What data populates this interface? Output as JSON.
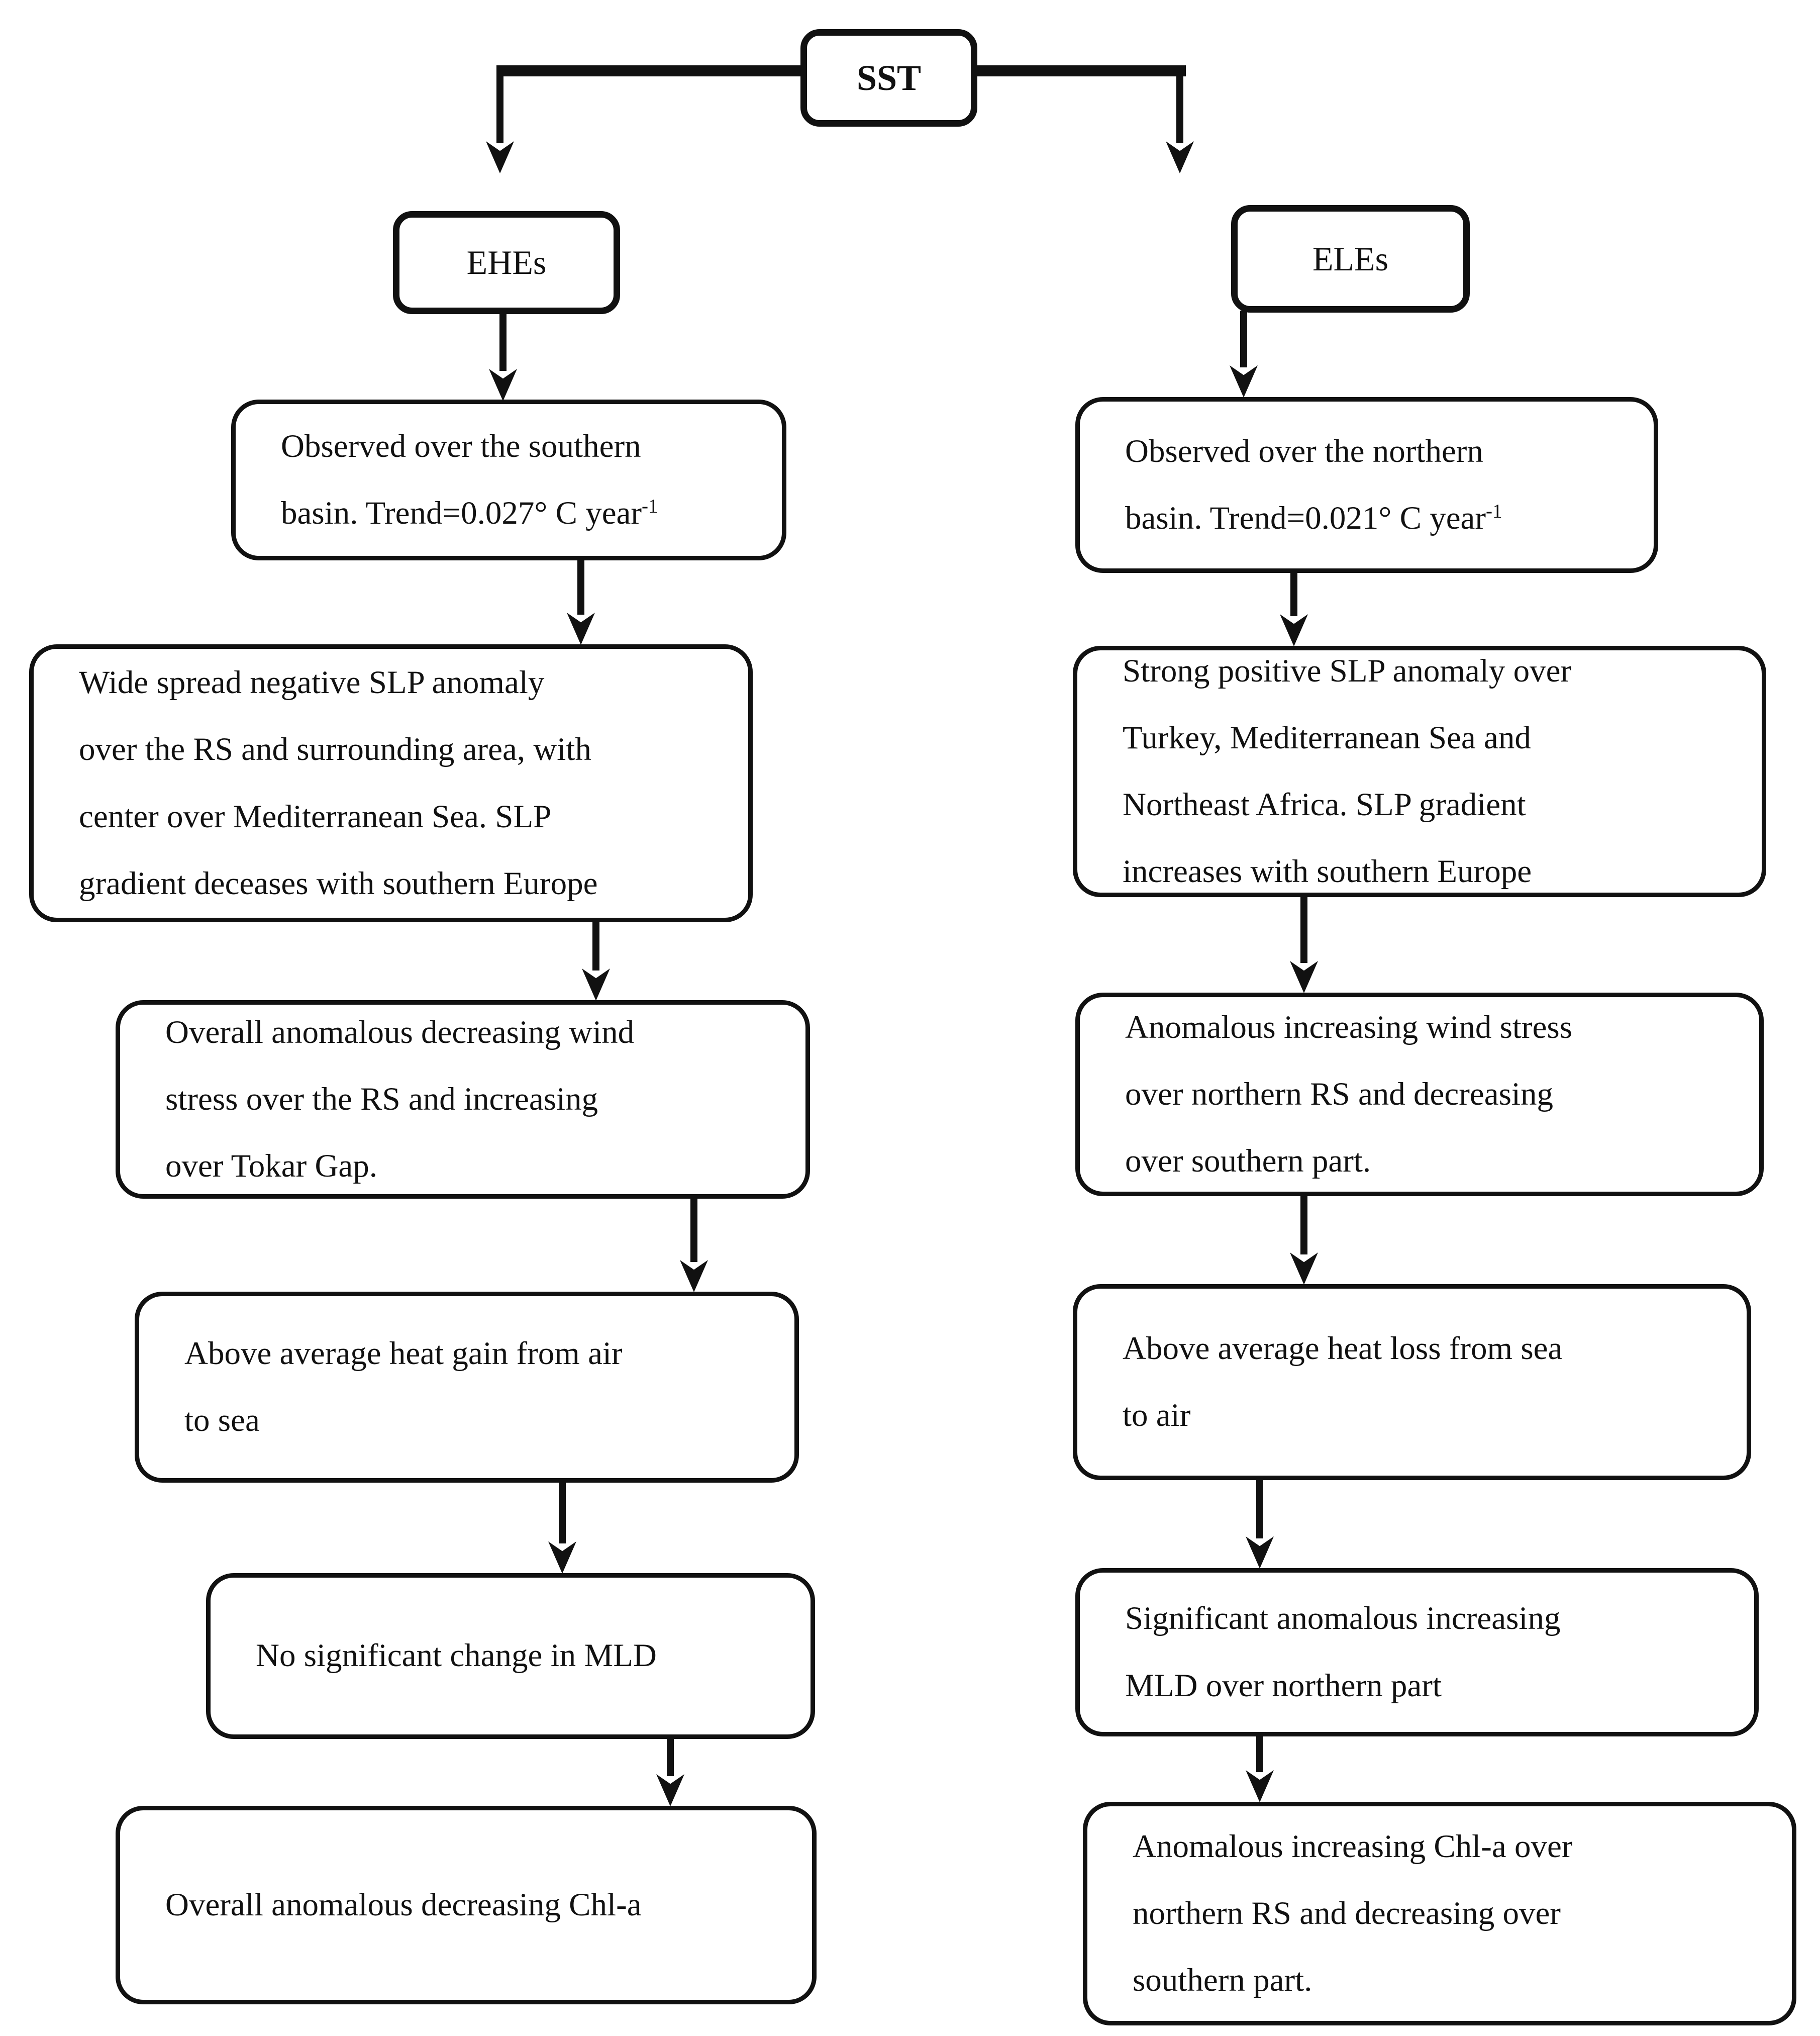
{
  "diagram": {
    "root": {
      "label": "SST"
    },
    "branches": {
      "left": {
        "label": "EHEs"
      },
      "right": {
        "label": "ELEs"
      }
    },
    "left_column": [
      {
        "text": "Observed over the southern\nbasin. Trend=0.027° C year",
        "sup": "-1"
      },
      {
        "text": "Wide spread negative SLP anomaly\nover the RS and surrounding area, with\ncenter over Mediterranean Sea. SLP\ngradient deceases with southern Europe"
      },
      {
        "text": "Overall anomalous decreasing wind\nstress over the RS and increasing\nover Tokar Gap."
      },
      {
        "text": "Above average heat gain from air\nto sea"
      },
      {
        "text": "No significant change in MLD"
      },
      {
        "text": "Overall anomalous decreasing Chl-a"
      }
    ],
    "right_column": [
      {
        "text": "Observed over the northern\nbasin. Trend=0.021° C year",
        "sup": "-1"
      },
      {
        "text": "Strong positive SLP anomaly over\nTurkey, Mediterranean Sea and\nNortheast Africa. SLP gradient\nincreases with southern Europe"
      },
      {
        "text": "Anomalous increasing wind stress\nover northern RS and decreasing\nover southern part."
      },
      {
        "text": "Above average heat loss from sea\nto air"
      },
      {
        "text": "Significant anomalous increasing\nMLD over northern part"
      },
      {
        "text": "Anomalous increasing Chl-a over\nnorthern RS and decreasing over\nsouthern part."
      }
    ],
    "colors": {
      "line": "#111111",
      "background": "#ffffff",
      "text": "#111111"
    }
  }
}
